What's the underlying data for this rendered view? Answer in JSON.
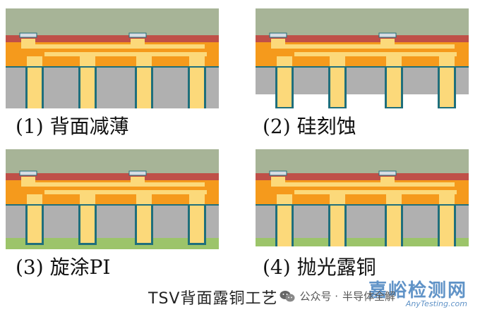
{
  "panels": [
    {
      "caption": "(1) 背面减薄",
      "step": 1
    },
    {
      "caption": "(2) 硅刻蚀",
      "step": 2
    },
    {
      "caption": "(3) 旋涂PI",
      "step": 3
    },
    {
      "caption": "(4) 抛光露铜",
      "step": 4
    }
  ],
  "title": "TSV背面露铜工艺",
  "watermark": {
    "account_prefix": "公众号 · ",
    "account_name": "半导体全解",
    "logo_text": "嘉峪检测网",
    "logo_url_text": "AnyTesting.com"
  },
  "colors": {
    "top_green": "#a7b497",
    "red_layer": "#bf5048",
    "orange_layer": "#f59a1c",
    "copper": "#fcd97a",
    "silicon": "#b0b0b0",
    "liner": "#1f6f7c",
    "pi_green": "#9cc46a",
    "pad": "#d8dde4"
  }
}
